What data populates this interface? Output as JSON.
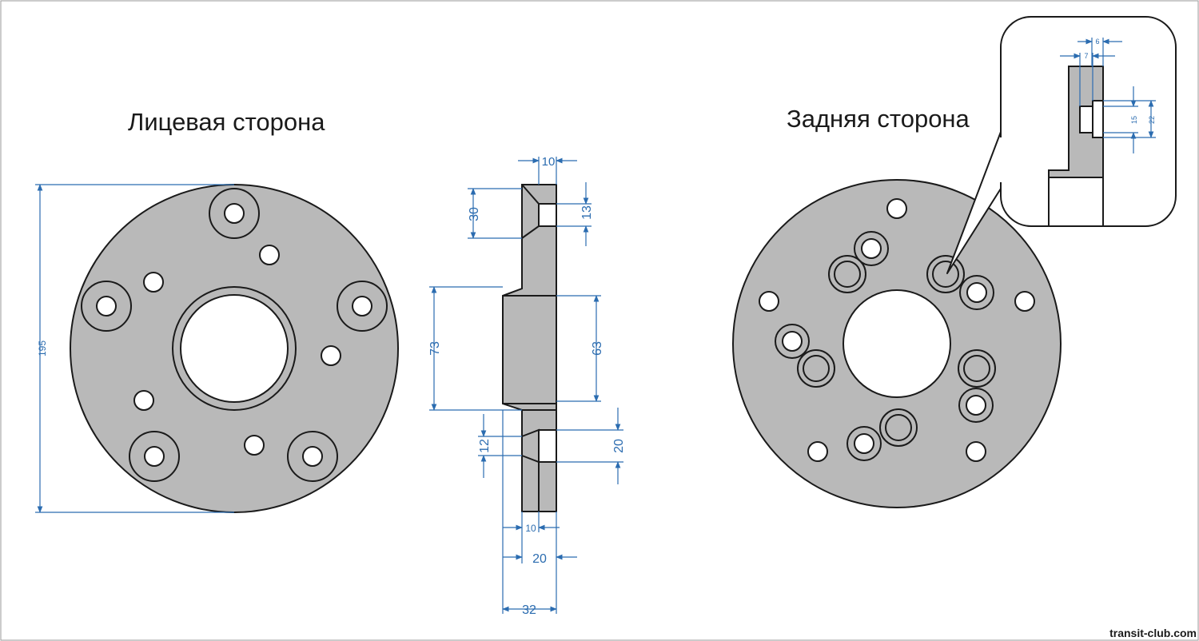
{
  "titles": {
    "front": "Лицевая сторона",
    "back": "Задняя сторона"
  },
  "dimensions": {
    "outer_diameter": "195",
    "top_width": "10",
    "top_recess": "30",
    "top_slot": "13",
    "hub_outer": "73",
    "hub_inner": "63",
    "lower_slot": "12",
    "lower_recess": "20",
    "bottom_inner_width": "10",
    "bottom_mid_width": "20",
    "bottom_total_width": "32",
    "detail_top": "6",
    "detail_mid": "7",
    "detail_slot": "15",
    "detail_recess": "22"
  },
  "watermark": "transit-club.com",
  "colors": {
    "part_fill": "#b9b9b9",
    "outline": "#1a1a1a",
    "dimension": "#2b6cb0",
    "background": "#ffffff"
  }
}
